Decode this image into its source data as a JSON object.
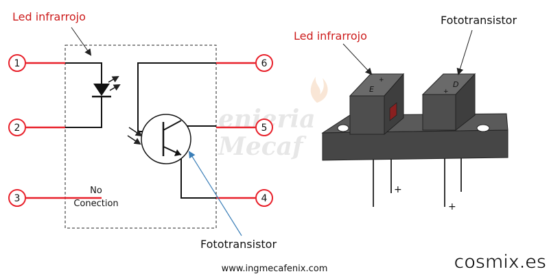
{
  "schematic": {
    "led_label": "Led infrarrojo",
    "transistor_label": "Fototransistor",
    "nc_line1": "No",
    "nc_line2": "Conection",
    "pins": [
      "1",
      "2",
      "3",
      "4",
      "5",
      "6"
    ]
  },
  "component": {
    "led_label": "Led infrarrojo",
    "transistor_label": "Fototransistor",
    "emitter_mark": "E",
    "detector_mark": "D",
    "plus_mark": "+",
    "lead_plus_left": "+",
    "lead_plus_right": "+"
  },
  "watermark": {
    "line1": "enieria",
    "line2": "Mecaf"
  },
  "footer": {
    "website": "www.ingmecafenix.com",
    "brand": "cosmix.es"
  },
  "colors": {
    "wire_red": "#e8202a",
    "label_red": "#cc1a1a",
    "arrow_blue": "#3b7fb8",
    "body_dark": "#4b4b4b",
    "body_top": "#5c5c5c"
  }
}
